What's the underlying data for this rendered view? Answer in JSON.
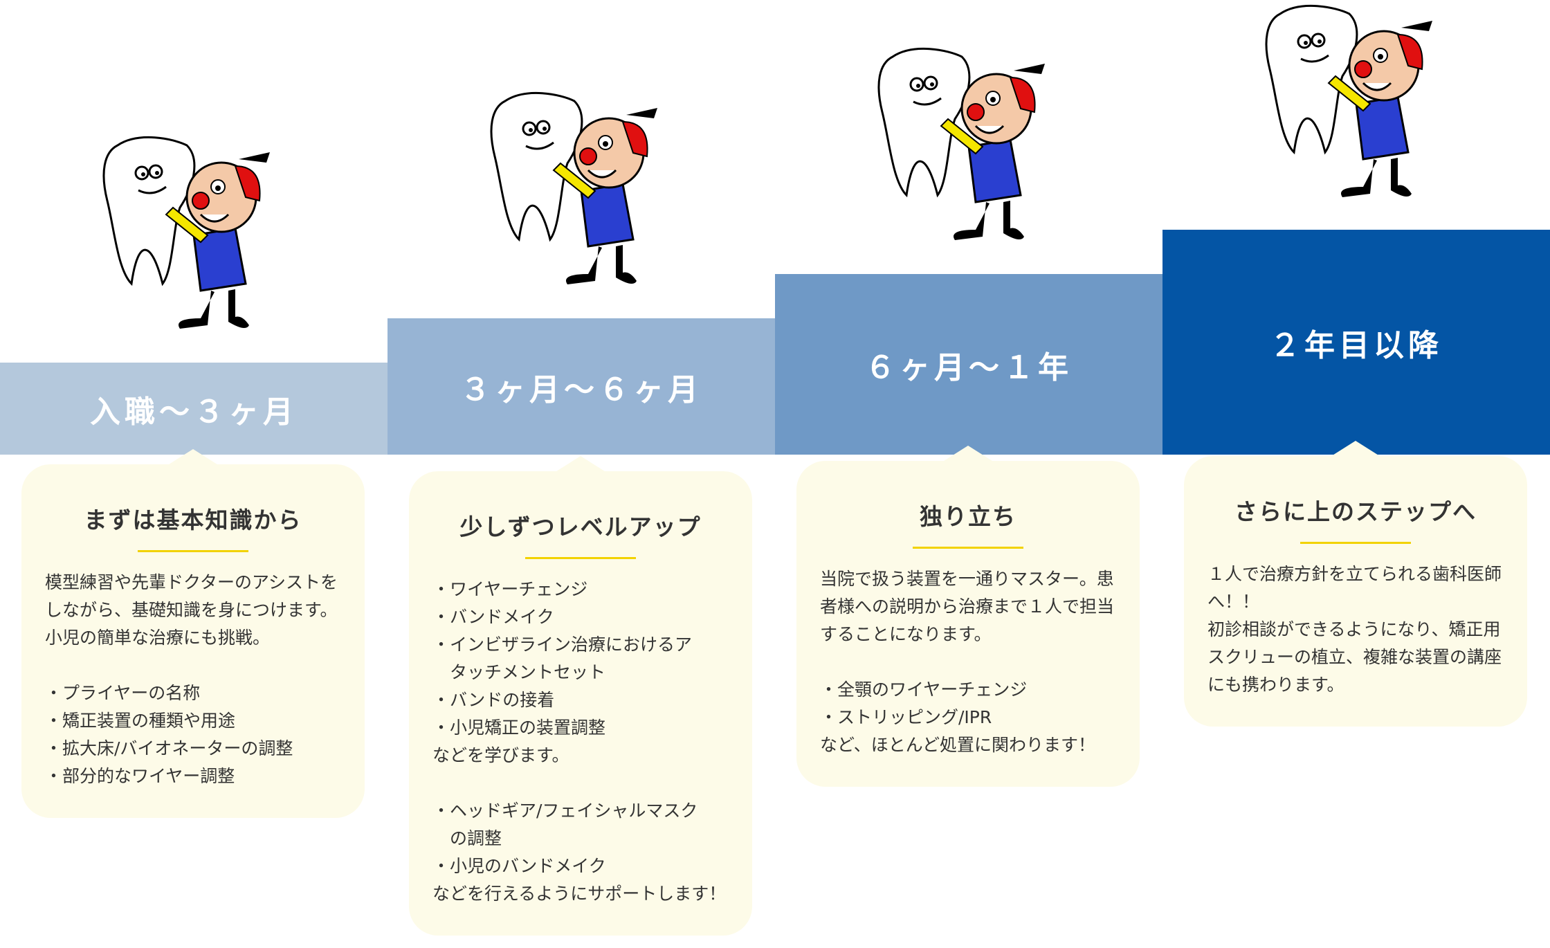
{
  "steps": [
    {
      "period": "入職〜３ヶ月",
      "title": "まずは基本知識から",
      "body": "模型練習や先輩ドクターのアシストをしながら、基礎知識を身につけます。\n小児の簡単な治療にも挑戦。\n\n・プライヤーの名称\n・矯正装置の種類や用途\n・拡大床/バイオネーターの調整\n・部分的なワイヤー調整",
      "color": "#b4c8dc"
    },
    {
      "period": "３ヶ月〜６ヶ月",
      "title": "少しずつレベルアップ",
      "body": "・ワイヤーチェンジ\n・バンドメイク\n・インビザライン治療におけるア\n　タッチメントセット\n・バンドの接着\n・小児矯正の装置調整\nなどを学びます。\n\n・ヘッドギア/フェイシャルマスク\n　の調整\n・小児のバンドメイク\nなどを行えるようにサポートします！",
      "color": "#97b4d4"
    },
    {
      "period": "６ヶ月〜１年",
      "title": "独り立ち",
      "body": "当院で扱う装置を一通りマスター。患者様への説明から治療まで１人で担当することになります。\n\n・全顎のワイヤーチェンジ\n・ストリッピング/IPR\nなど、ほとんど処置に関わります！",
      "color": "#6f99c6"
    },
    {
      "period": "２年目以降",
      "title": "さらに上のステップへ",
      "body": "１人で治療方針を立てられる歯科医師へ！！\n初診相談ができるようになり、矯正用スクリューの植立、複雑な装置の講座にも携わります。",
      "color": "#0455a5"
    }
  ]
}
